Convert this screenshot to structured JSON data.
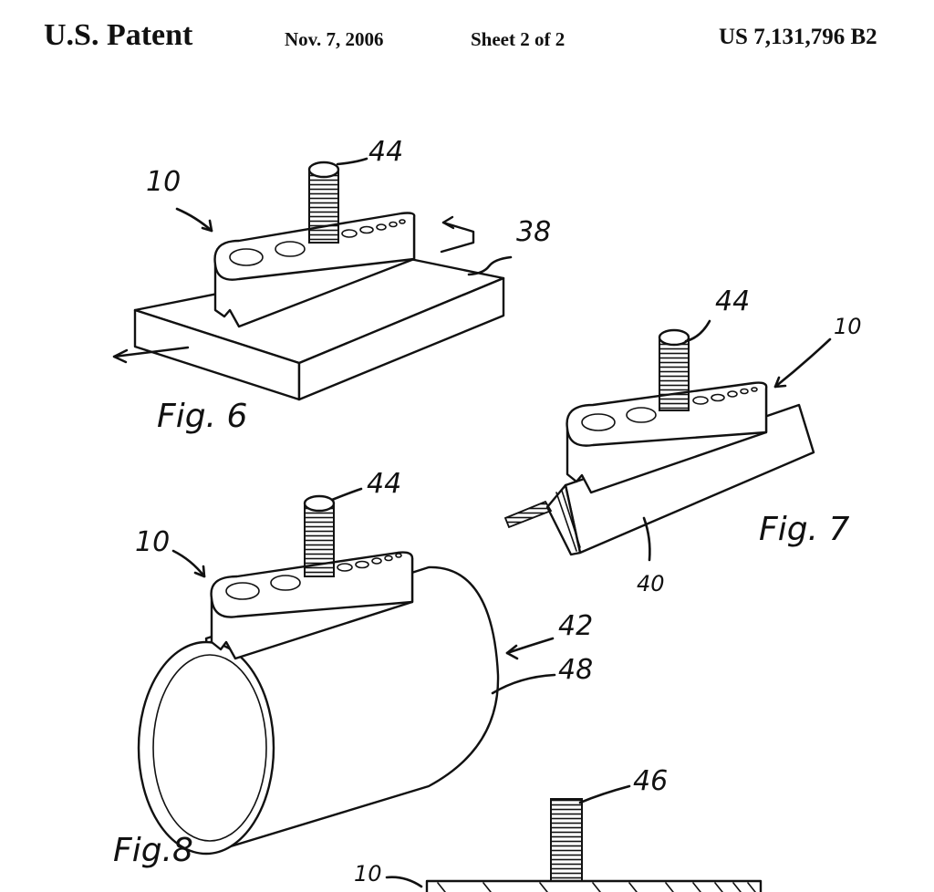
{
  "header": {
    "left": "U.S. Patent",
    "date": "Nov. 7, 2006",
    "sheet": "Sheet 2 of 2",
    "patent_number": "US 7,131,796 B2"
  },
  "labels": {
    "ref_10": "10",
    "ref_38": "38",
    "ref_40": "40",
    "ref_42": "42",
    "ref_44": "44",
    "ref_46": "46",
    "ref_48": "48"
  },
  "figures": {
    "fig6": "Fig. 6",
    "fig7": "Fig. 7",
    "fig8": "Fig.8"
  }
}
